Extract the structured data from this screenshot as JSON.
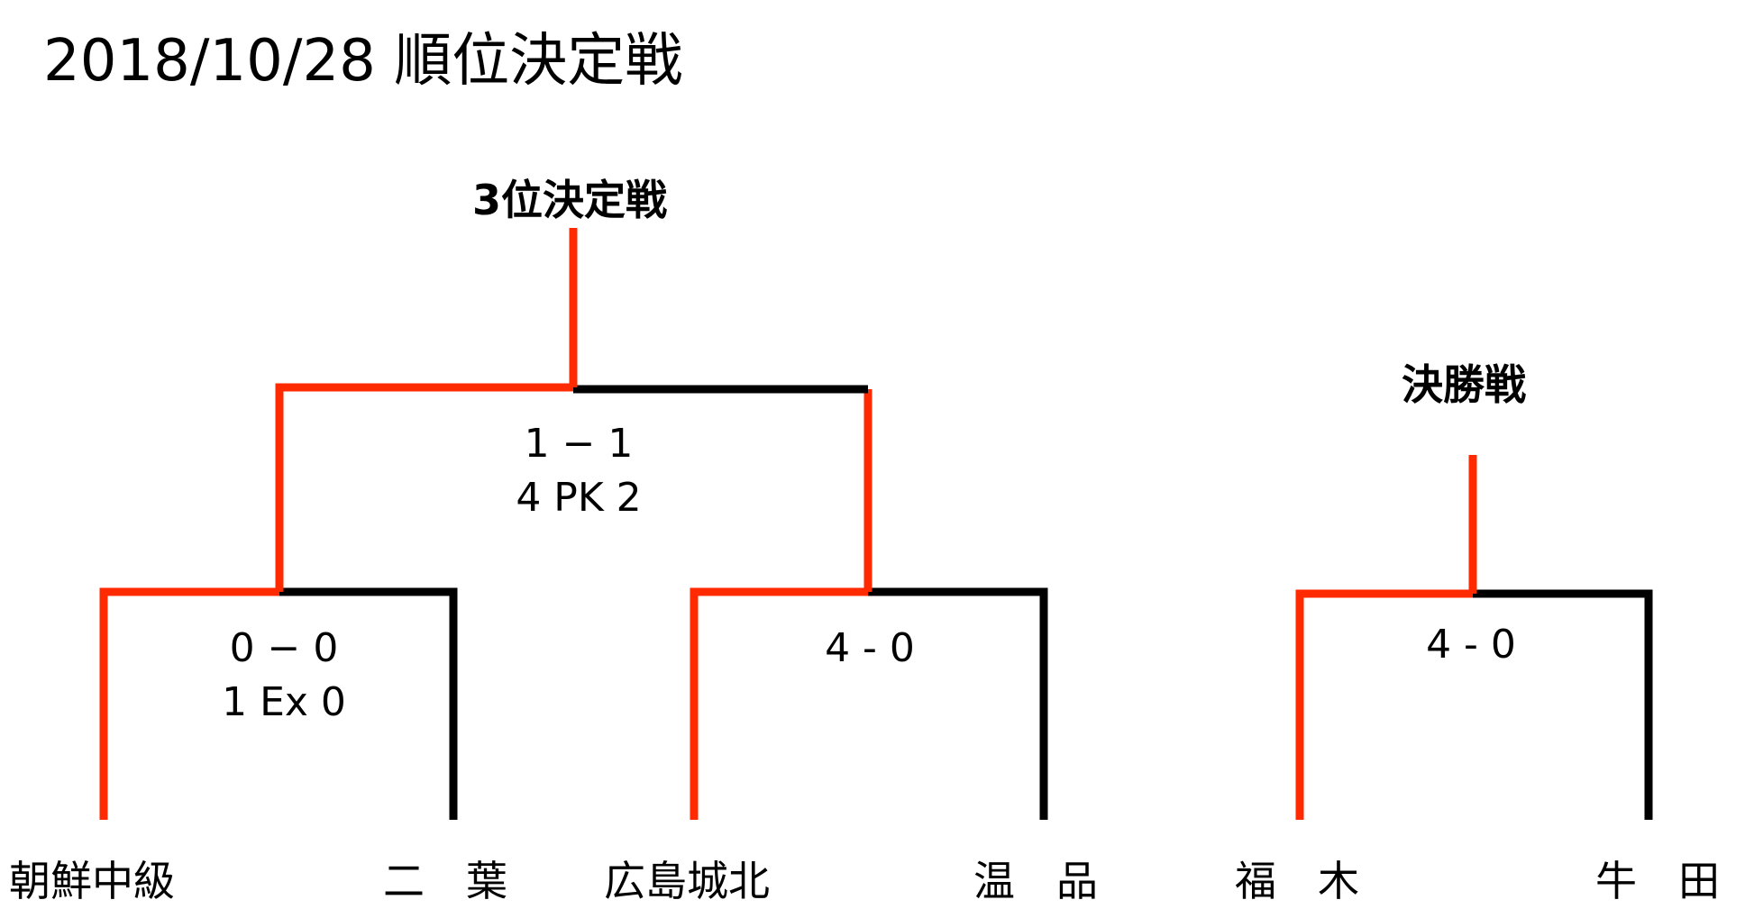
{
  "title": "2018/10/28 順位決定戦",
  "colors": {
    "winner_line": "#ff2a00",
    "loser_line": "#000000"
  },
  "rounds": {
    "third_place": {
      "label": "3位決定戦",
      "score_line1": "1 − 1",
      "score_line2": "4 PK 2"
    },
    "final": {
      "label": "決勝戦",
      "score_line1": "4 - 0"
    }
  },
  "matches": {
    "left_semi": {
      "score_line1": "0 − 0",
      "score_line2": "1 Ex 0"
    },
    "middle_semi": {
      "score_line1": "4 - 0"
    }
  },
  "teams": [
    "朝鮮中級",
    "二　葉",
    "広島城北",
    "温　品",
    "福　木",
    "牛　田"
  ]
}
